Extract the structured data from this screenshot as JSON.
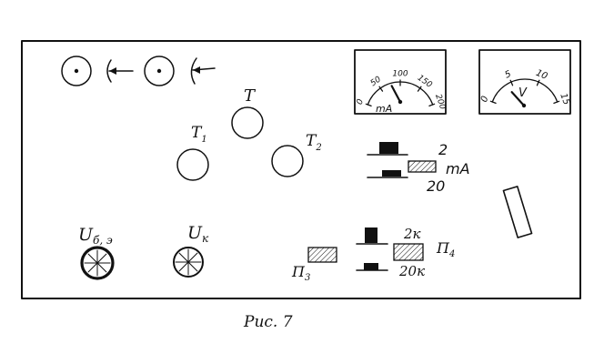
{
  "milliammeter": {
    "unit": "mA",
    "ticks": [
      "0",
      "50",
      "100",
      "150",
      "200"
    ],
    "reading": 60
  },
  "voltmeter": {
    "unit": "V",
    "ticks": [
      "0",
      "5",
      "10",
      "15"
    ],
    "reading": 3
  },
  "transistor_sockets": {
    "base": "T",
    "left": "T",
    "left_sub": "1",
    "right": "T",
    "right_sub": "2"
  },
  "knobs": {
    "be_voltage": {
      "letter": "U",
      "sub": "б, э"
    },
    "collector_voltage": {
      "letter": "U",
      "sub": "к"
    }
  },
  "current_range_switch": {
    "upper": "2",
    "lower": "20",
    "unit": "mA"
  },
  "resistance_switch": {
    "upper": "2к",
    "lower": "20к",
    "label": "П",
    "label_sub": "4"
  },
  "switch_p3": {
    "label": "П",
    "label_sub": "3"
  },
  "caption": "Рис. 7",
  "colors": {
    "ink": "#111111",
    "paper": "#ffffff"
  }
}
